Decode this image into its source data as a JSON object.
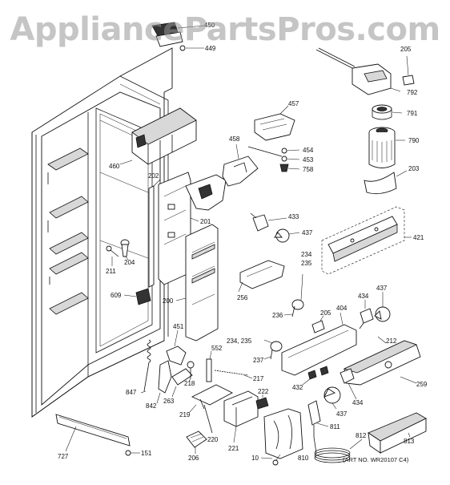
{
  "watermark": "AppliancePartsPros.com",
  "art_number": "(ART NO. WR20107 C4)",
  "callouts": {
    "p450": "450",
    "p449": "449",
    "p205a": "205",
    "p792": "792",
    "p791": "791",
    "p790": "790",
    "p203": "203",
    "p457": "457",
    "p454": "454",
    "p453": "453",
    "p758": "758",
    "p458": "458",
    "p460": "460",
    "p202": "202",
    "p201": "201",
    "p433": "433",
    "p437a": "437",
    "p421": "421",
    "p211": "211",
    "p204": "204",
    "p234a": "234",
    "p235a": "235",
    "p256": "256",
    "p609": "609",
    "p200": "200",
    "p236": "236",
    "p205b": "205",
    "p404": "404",
    "p434a": "434",
    "p437b": "437",
    "p451": "451",
    "p234b": "234, 235",
    "p212": "212",
    "p552": "552",
    "p237": "237",
    "p217": "217",
    "p218": "218",
    "p432": "432",
    "p259": "259",
    "p847": "847",
    "p842": "842",
    "p263": "263",
    "p222": "222",
    "p434b": "434",
    "p219": "219",
    "p437c": "437",
    "p811": "811",
    "p220": "220",
    "p221": "221",
    "p812": "812",
    "p813": "813",
    "p727": "727",
    "p206": "206",
    "p151": "151",
    "p10": "10",
    "p810": "810"
  }
}
